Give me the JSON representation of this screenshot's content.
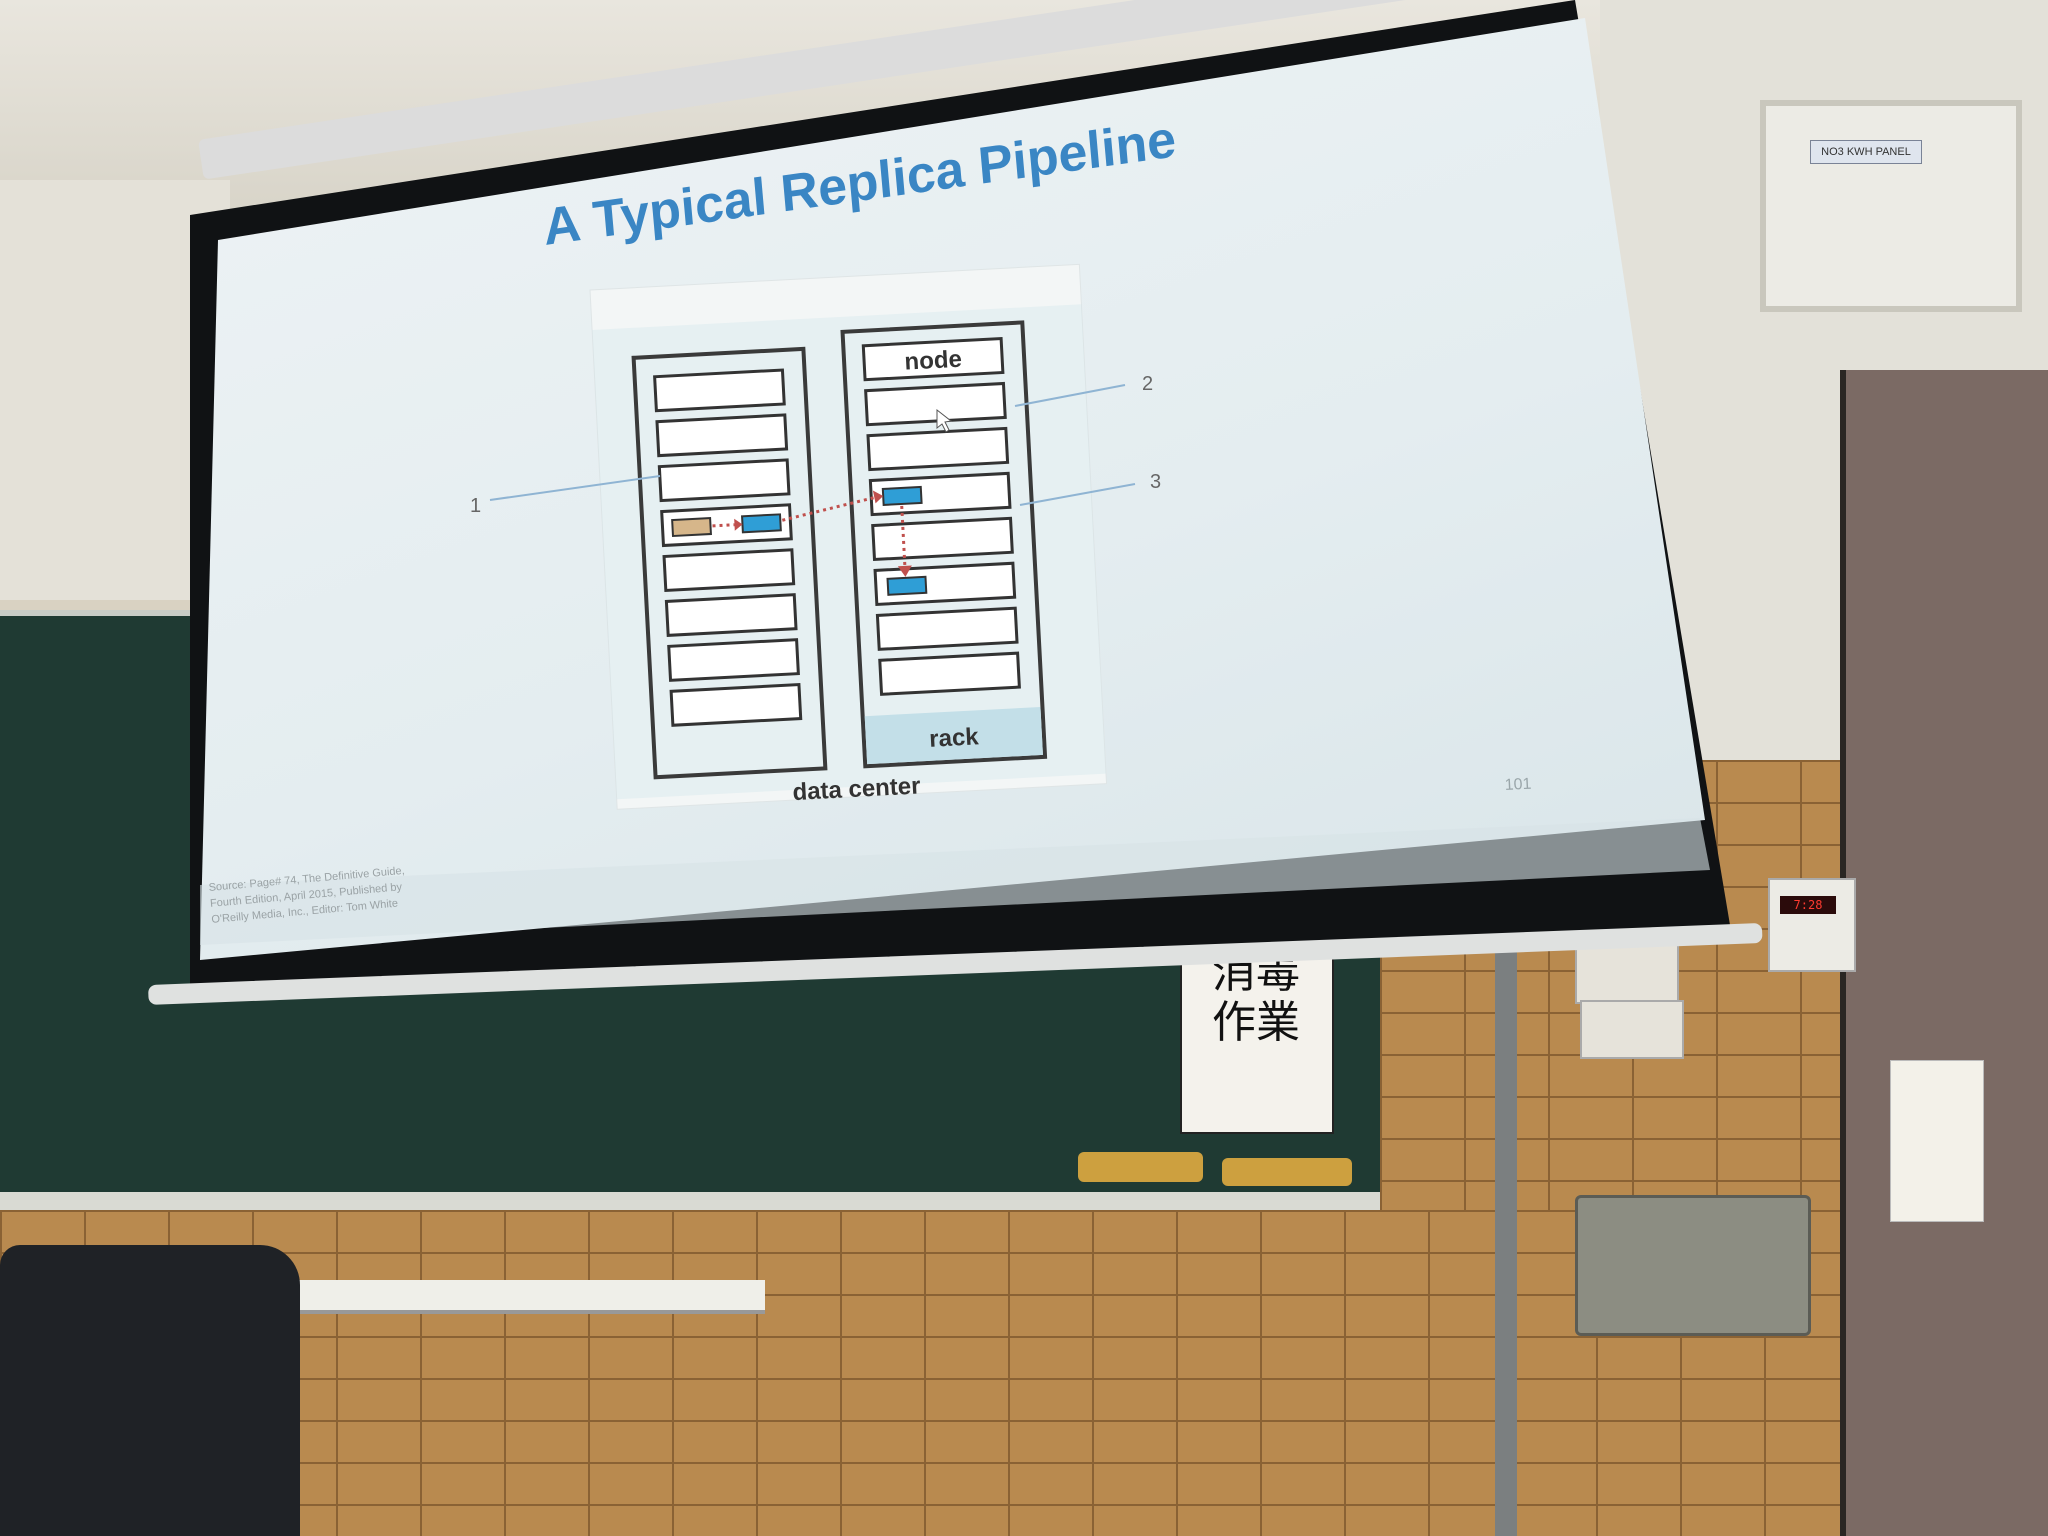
{
  "slide": {
    "title": "A Typical Replica Pipeline",
    "diagram": {
      "labels": {
        "node": "node",
        "rack": "rack",
        "data_center": "data center"
      },
      "callouts": [
        "1",
        "2",
        "3"
      ]
    },
    "page_number": "101",
    "source": "Source: Page# 74, The Definitive Guide, Fourth Edition, April 2015, Published by O'Reilly Media, Inc., Editor: Tom White"
  },
  "room": {
    "panel_label": "NO3 KWH PANEL",
    "sign_text": [
      "消毒",
      "作業"
    ],
    "clock_display": "7:28"
  },
  "colors": {
    "title": "#3a86c4",
    "block_blue": "#2f9ed6",
    "block_tan": "#d6b68a",
    "arrow_red": "#c0504d",
    "callout_line": "#8fb4d3"
  }
}
